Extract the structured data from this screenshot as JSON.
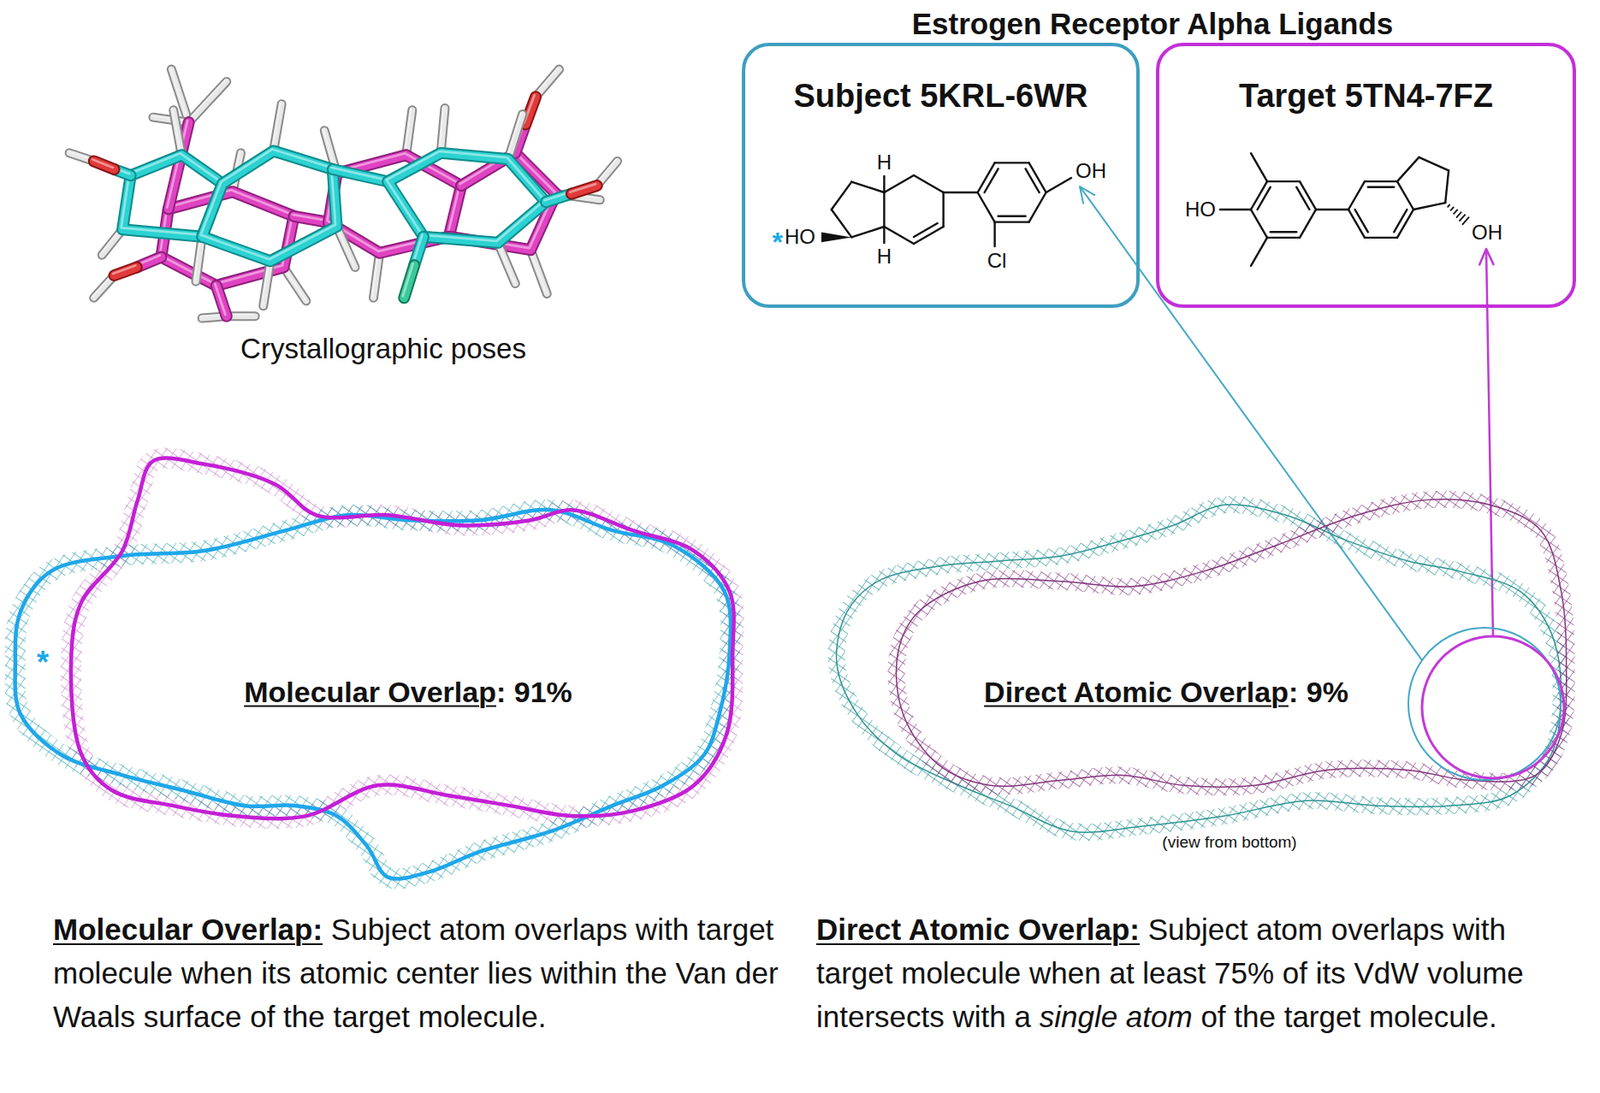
{
  "diagram": {
    "title": "Estrogen Receptor Alpha Ligands",
    "nodes": [
      {
        "text": [
          "Subject 5KRL-6WR"
        ]
      },
      {
        "text": [
          "Target 5TN4-7FZ"
        ]
      },
      {
        "text": [
          "Molecular Overlap",
          ": 91%"
        ]
      },
      {
        "text": [
          "Direct Atomic Overlap",
          ": 9%"
        ]
      }
    ],
    "labels": [
      "Crystallographic poses",
      "H",
      "*",
      "HO",
      "H",
      "Cl",
      "OH",
      "HO",
      "OH",
      "*",
      "(view from bottom)",
      "Molecular Overlap:",
      "Subject atom overlaps with target molecule when its atomic center lies within the Van der Waals surface of the target molecule.",
      "Direct Atomic Overlap:",
      "Subject atom overlaps with target molecule when at least 75% of its VdW volume intersects with a",
      "single atom",
      "of the target molecule."
    ]
  }
}
